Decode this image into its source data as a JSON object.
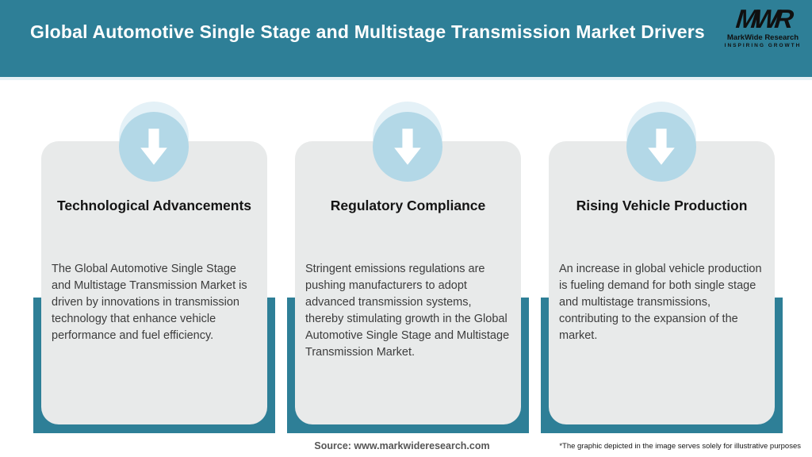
{
  "header": {
    "title": "Global Automotive Single Stage and Multistage Transmission Market Drivers",
    "logo": {
      "monogram": "MWR",
      "name": "MarkWide Research",
      "tagline": "INSPIRING GROWTH"
    }
  },
  "cards": [
    {
      "icon": "arrow-down-icon",
      "title": "Technological Advancements",
      "body": "The Global Automotive Single Stage and Multistage Transmission Market is driven by innovations in transmission technology that enhance vehicle performance and fuel efficiency."
    },
    {
      "icon": "arrow-down-icon",
      "title": "Regulatory Compliance",
      "body": "Stringent emissions regulations are pushing manufacturers to adopt advanced transmission systems, thereby stimulating growth in the Global Automotive Single Stage and Multistage Transmission Market."
    },
    {
      "icon": "arrow-down-icon",
      "title": "Rising Vehicle Production",
      "body": "An increase in global vehicle production is fueling demand for both single stage and multistage transmissions, contributing to the expansion of the market."
    }
  ],
  "footer": {
    "source": "Source: www.markwideresearch.com",
    "disclaimer": "*The graphic depicted in the image serves solely for illustrative purposes"
  },
  "colors": {
    "teal": "#2e7f97",
    "card_bg": "#e8eaea",
    "icon_blue": "#b3d8e7"
  }
}
